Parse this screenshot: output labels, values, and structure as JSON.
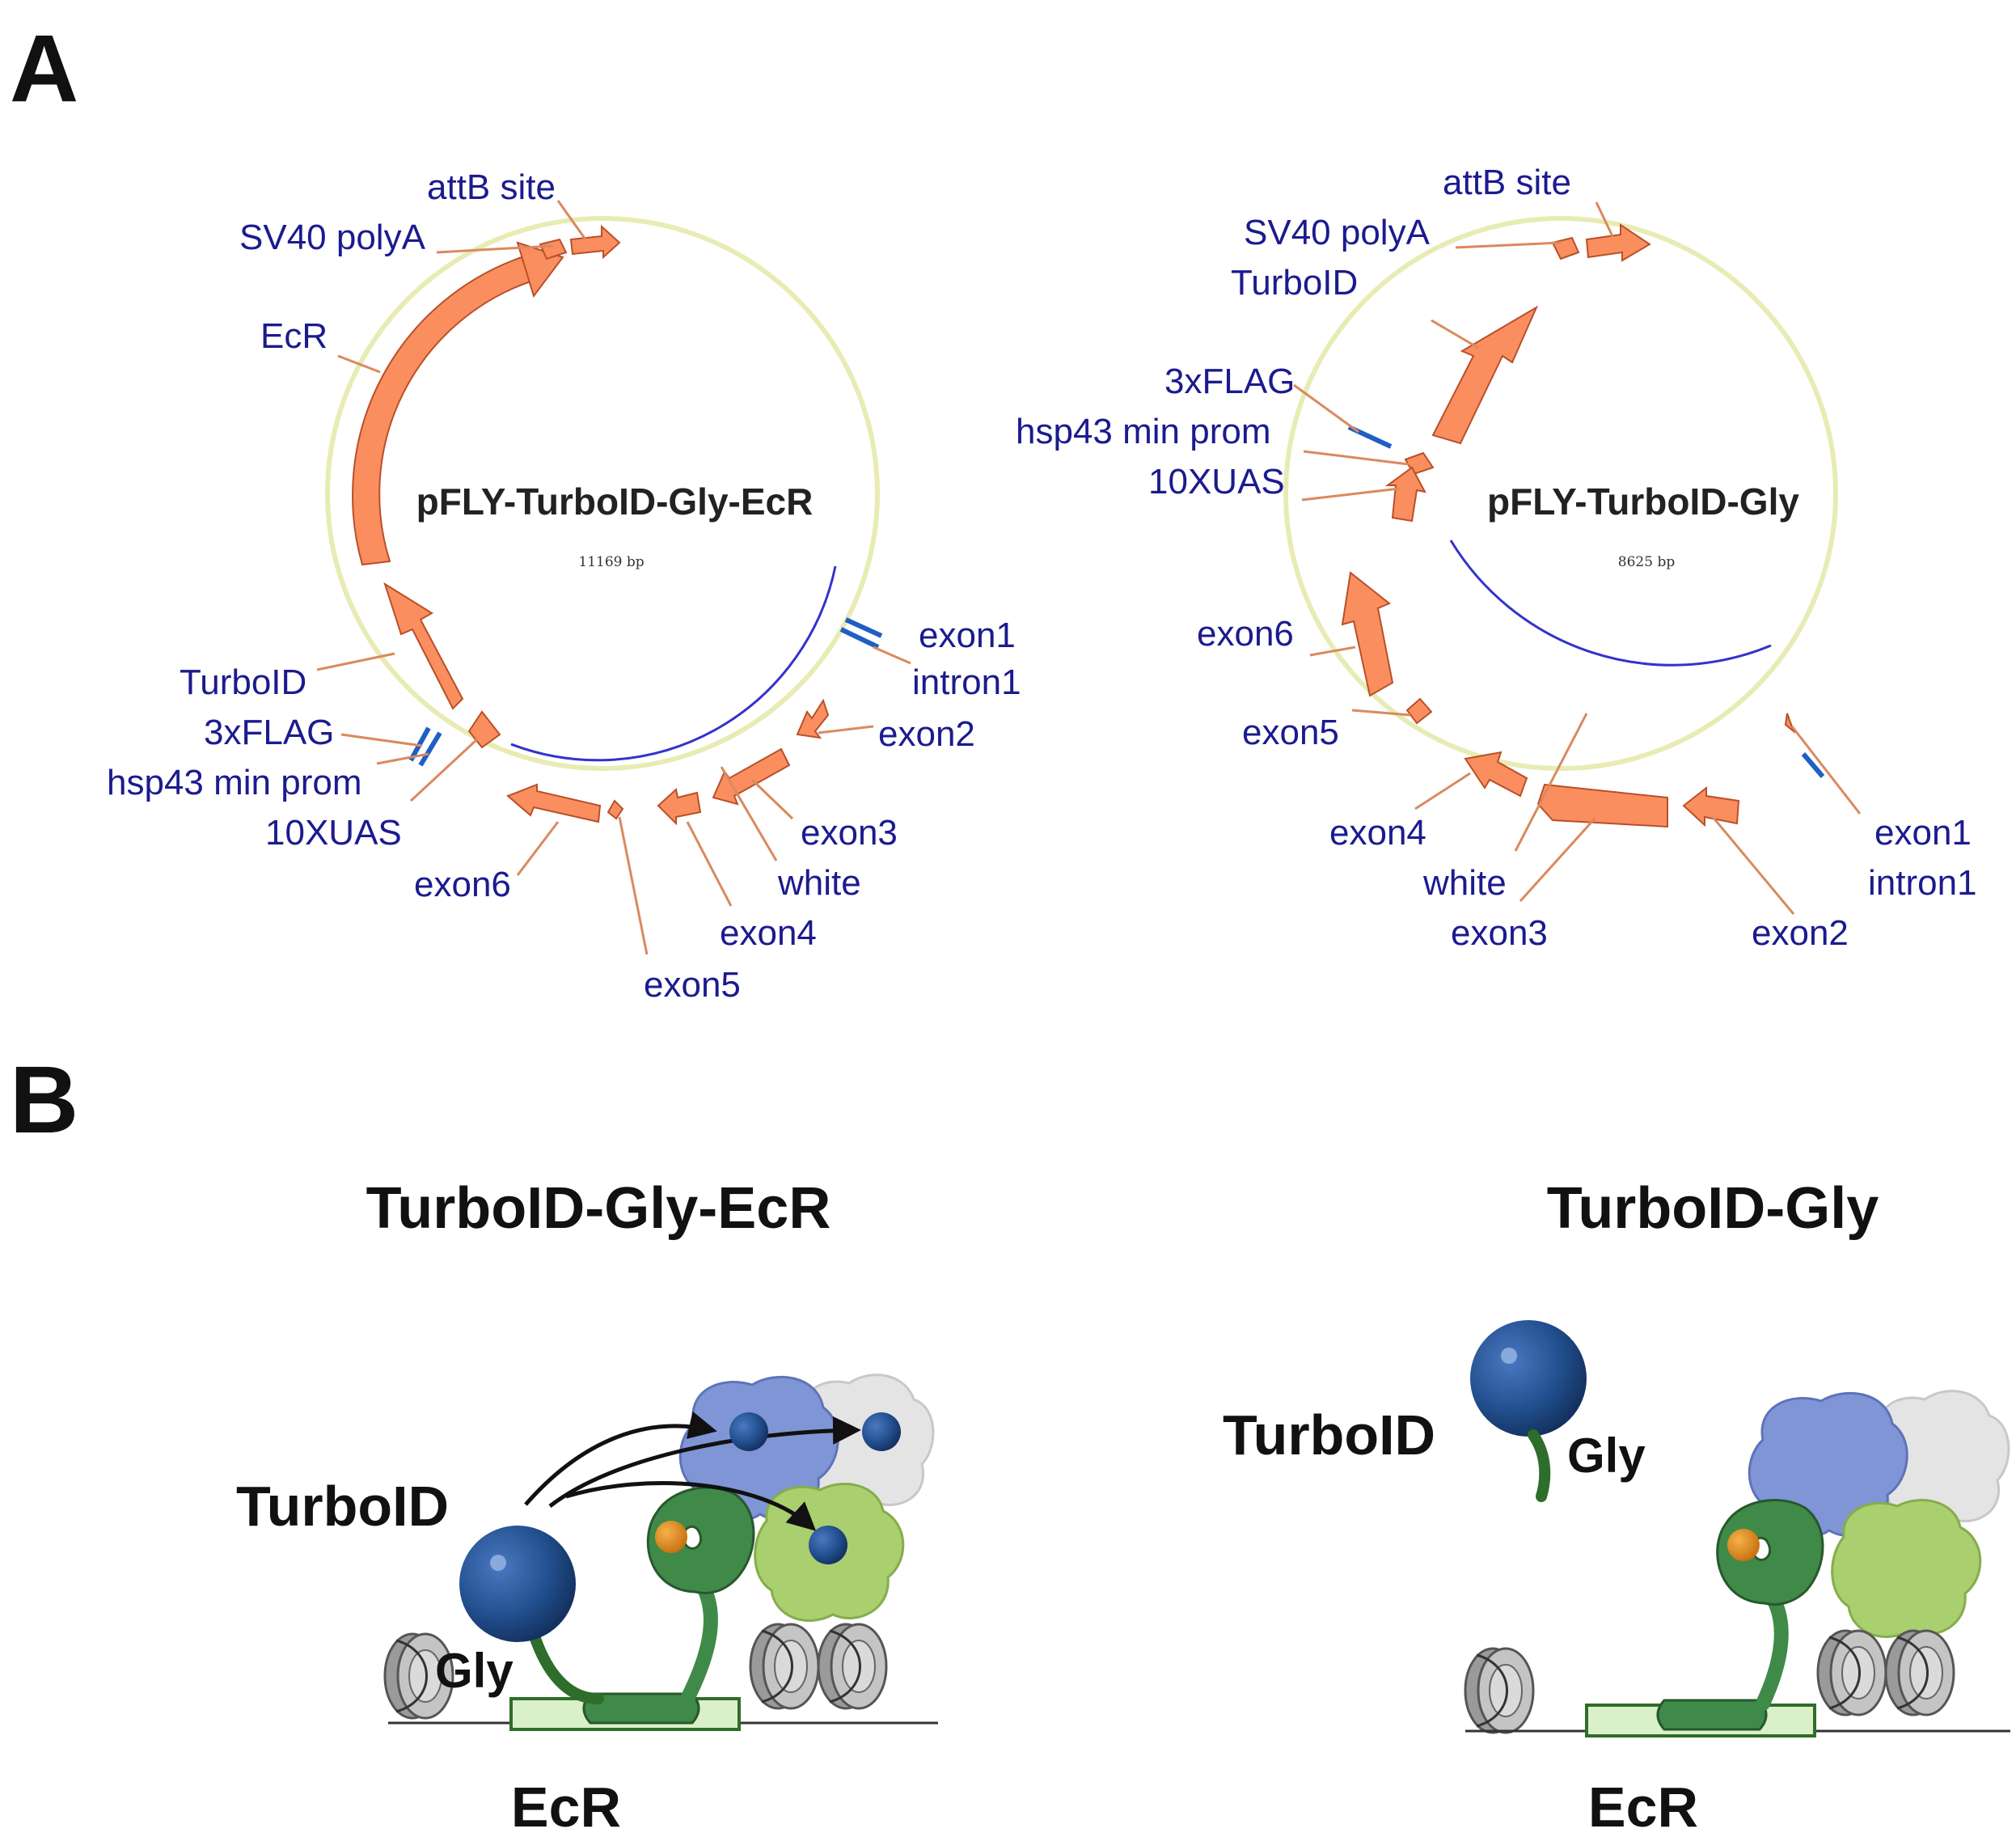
{
  "panel_a": {
    "letter": "A",
    "plasmid_left": {
      "name": "pFLY-TurboID-Gly-EcR",
      "size": "11169 bp",
      "labels": {
        "attb_site": "attB site",
        "sv40_polya": "SV40 polyA",
        "ecr": "EcR",
        "turboid": "TurboID",
        "flag": "3xFLAG",
        "hsp43": "hsp43 min prom",
        "uas": "10XUAS",
        "exon1": "exon1",
        "intron1": "intron1",
        "exon2": "exon2",
        "exon3": "exon3",
        "white": "white",
        "exon4": "exon4",
        "exon5": "exon5",
        "exon6": "exon6"
      }
    },
    "plasmid_right": {
      "name": "pFLY-TurboID-Gly",
      "size": "8625 bp",
      "labels": {
        "attb_site": "attB site",
        "sv40_polya": "SV40 polyA",
        "turboid": "TurboID",
        "flag": "3xFLAG",
        "hsp43": "hsp43 min prom",
        "uas": "10XUAS",
        "exon1": "exon1",
        "intron1": "intron1",
        "exon2": "exon2",
        "exon3": "exon3",
        "white": "white",
        "exon4": "exon4",
        "exon5": "exon5",
        "exon6": "exon6"
      }
    }
  },
  "panel_b": {
    "letter": "B",
    "left": {
      "title": "TurboID-Gly-EcR",
      "turboid": "TurboID",
      "gly": "Gly",
      "ecr": "EcR"
    },
    "right": {
      "title": "TurboID-Gly",
      "turboid": "TurboID",
      "gly": "Gly",
      "ecr": "EcR"
    }
  },
  "colors": {
    "feature_orange": "#fb8e5e",
    "label_blue": "#1b1b8f",
    "backbone": "#e8ecb4",
    "turboid_blue": "#1f4a8f",
    "ecr_green": "#3f8a48"
  }
}
